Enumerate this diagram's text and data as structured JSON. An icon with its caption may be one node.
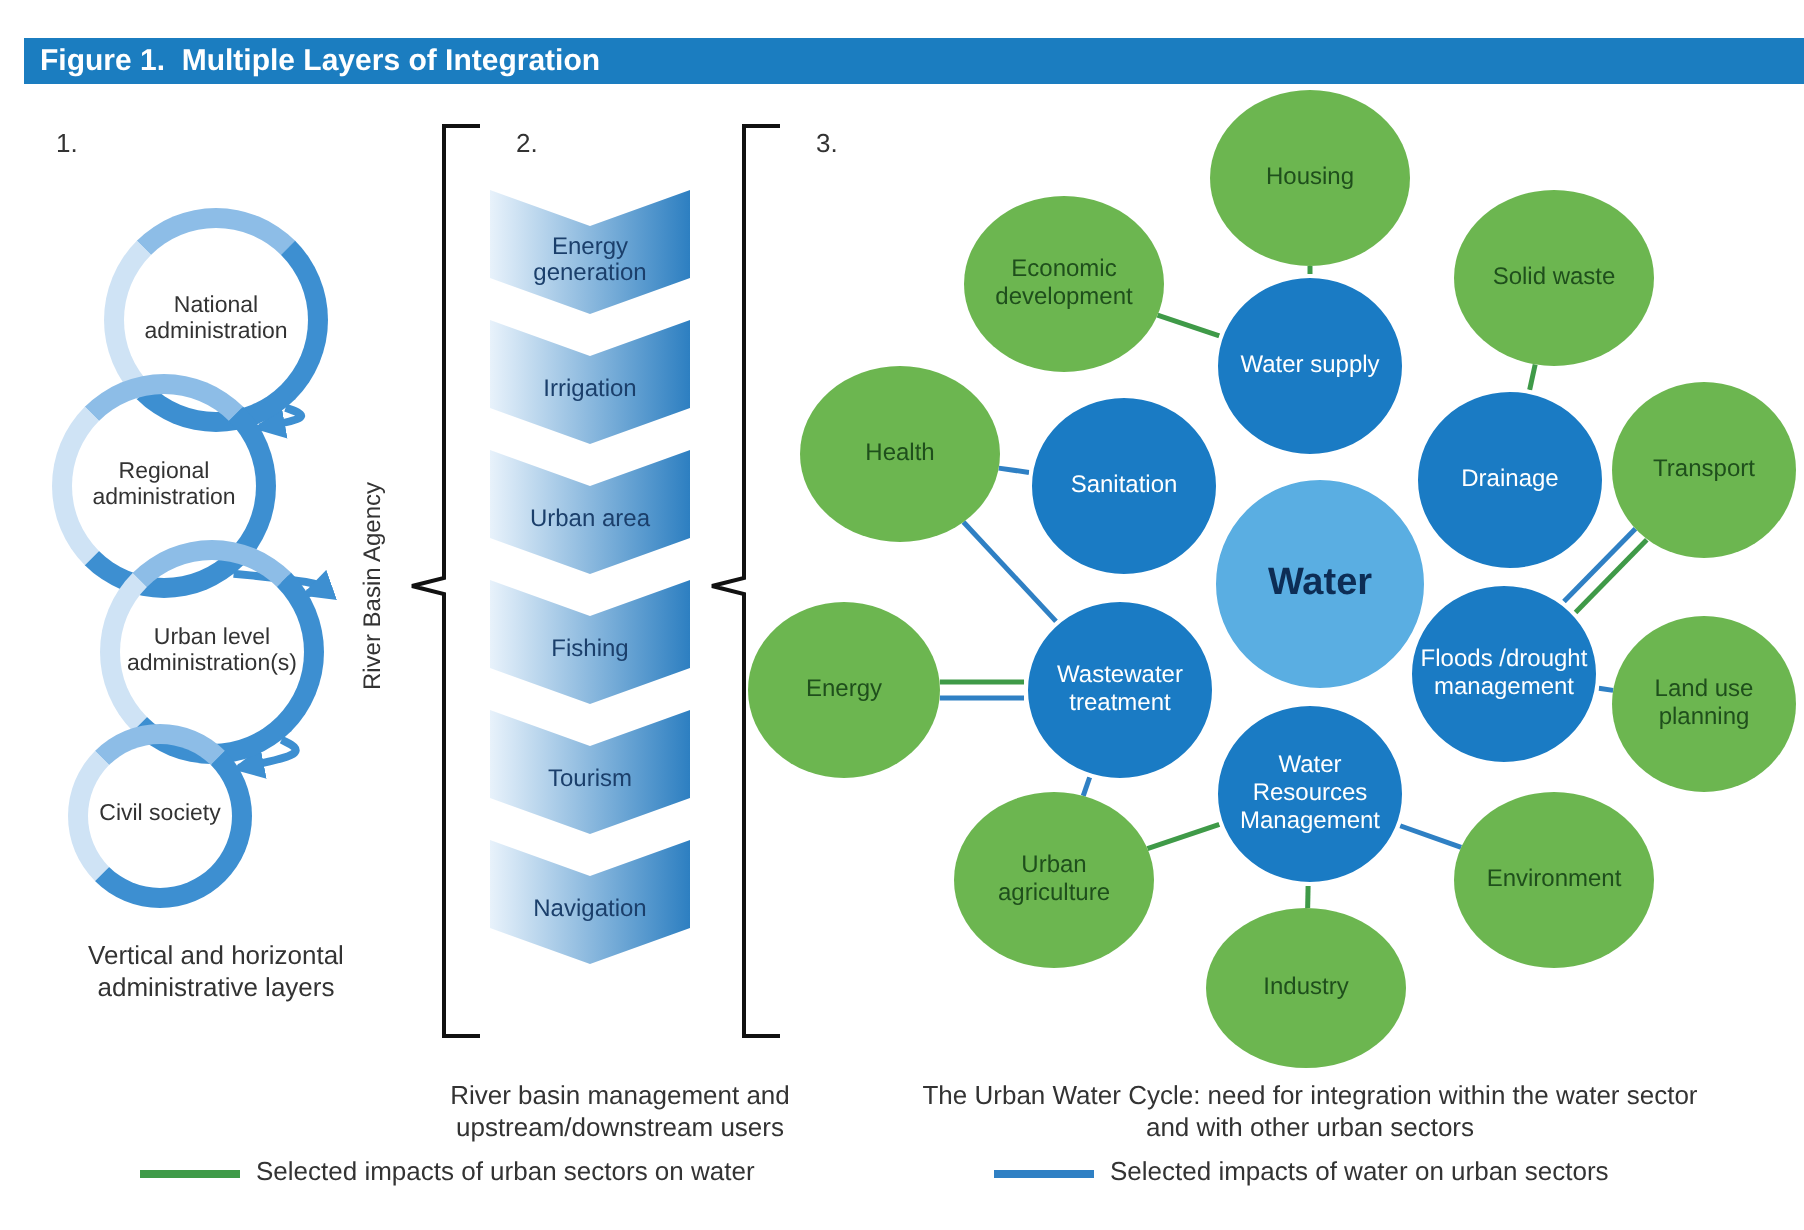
{
  "diagram": {
    "title": "Figure 1.  Multiple Layers of Integration",
    "nodes": [
      {
        "text": [
          "National administration"
        ]
      },
      {
        "text": [
          "Regional administration"
        ]
      },
      {
        "text": [
          "Urban level administration(s)"
        ]
      },
      {
        "text": [
          "Civil society"
        ]
      },
      {
        "text": [
          "Energy generation"
        ]
      },
      {
        "text": [
          "Irrigation"
        ]
      },
      {
        "text": [
          "Urban area"
        ]
      },
      {
        "text": [
          "Fishing"
        ]
      },
      {
        "text": [
          "Tourism"
        ]
      },
      {
        "text": [
          "Navigation"
        ]
      },
      {
        "text": [
          "Housing"
        ]
      },
      {
        "text": [
          "Economic development"
        ]
      },
      {
        "text": [
          "Solid waste"
        ]
      },
      {
        "text": [
          "Water supply"
        ]
      },
      {
        "text": [
          "Health"
        ]
      },
      {
        "text": [
          "Sanitation"
        ]
      },
      {
        "text": [
          "Drainage"
        ]
      },
      {
        "text": [
          "Transport"
        ]
      },
      {
        "text": [
          "Water"
        ]
      },
      {
        "text": [
          "Energy"
        ]
      },
      {
        "text": [
          "Wastewater treatment"
        ]
      },
      {
        "text": [
          "Floods /drought management"
        ]
      },
      {
        "text": [
          "Land use planning"
        ]
      },
      {
        "text": [
          "Water Resources Management"
        ]
      },
      {
        "text": [
          "Urban agriculture"
        ]
      },
      {
        "text": [
          "Environment"
        ]
      },
      {
        "text": [
          "Industry"
        ]
      }
    ],
    "edges": [
      {
        "from": 0,
        "to": 1,
        "arrow": "to",
        "color": "#3d8fd1"
      },
      {
        "from": 1,
        "to": 2,
        "arrow": "to",
        "color": "#3d8fd1"
      },
      {
        "from": 2,
        "to": 3,
        "arrow": "to",
        "color": "#3d8fd1"
      },
      {
        "from": 10,
        "to": 13,
        "arrow": "none",
        "color": "#3f9a48"
      },
      {
        "from": 11,
        "to": 13,
        "arrow": "none",
        "color": "#3f9a48"
      },
      {
        "from": 12,
        "to": 16,
        "arrow": "none",
        "color": "#3f9a48"
      },
      {
        "from": 14,
        "to": 15,
        "arrow": "none",
        "color": "#2f80c4"
      },
      {
        "from": 14,
        "to": 20,
        "arrow": "none",
        "color": "#2f80c4"
      },
      {
        "from": 17,
        "to": 21,
        "arrow": "none",
        "color": "#3f9a48"
      },
      {
        "from": 17,
        "to": 21,
        "arrow": "none",
        "color": "#2f80c4"
      },
      {
        "from": 19,
        "to": 20,
        "arrow": "none",
        "color": "#3f9a48"
      },
      {
        "from": 19,
        "to": 20,
        "arrow": "none",
        "color": "#2f80c4"
      },
      {
        "from": 22,
        "to": 21,
        "arrow": "none",
        "color": "#2f80c4"
      },
      {
        "from": 24,
        "to": 20,
        "arrow": "none",
        "color": "#2f80c4"
      },
      {
        "from": 24,
        "to": 23,
        "arrow": "none",
        "color": "#3f9a48"
      },
      {
        "from": 25,
        "to": 23,
        "arrow": "none",
        "color": "#2f80c4"
      },
      {
        "from": 26,
        "to": 23,
        "arrow": "none",
        "color": "#3f9a48"
      }
    ],
    "labels": [
      "1.",
      "2.",
      "3.",
      "River Basin Agency",
      "Vertical and horizontal administrative layers",
      "River basin management and upstream/downstream users",
      "The Urban Water Cycle: need for integration within the water sector and with other urban sectors"
    ],
    "legend": [
      {
        "text": "Selected impacts of urban sectors on water",
        "color": "#3f9a48"
      },
      {
        "text": "Selected impacts of water on urban sectors",
        "color": "#2f80c4"
      }
    ]
  }
}
